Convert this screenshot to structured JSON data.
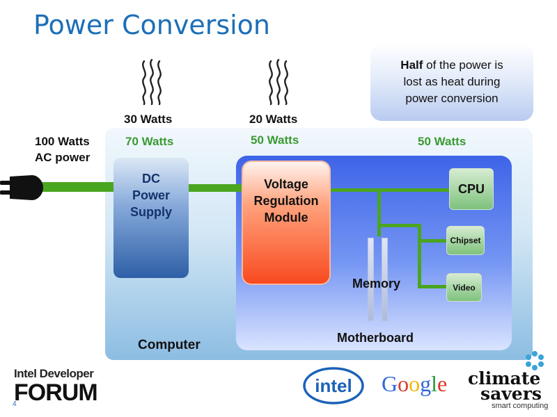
{
  "title": "Power Conversion",
  "callout": {
    "bold": "Half",
    "line1_rest": " of the power is",
    "line2": "lost as heat during",
    "line3": "power conversion"
  },
  "input": {
    "watts": "100 Watts",
    "label": "AC power"
  },
  "loss": [
    {
      "watts": "30 Watts"
    },
    {
      "watts": "20 Watts"
    }
  ],
  "flow": [
    {
      "watts": "70 Watts"
    },
    {
      "watts": "50 Watts"
    },
    {
      "watts": "50 Watts"
    }
  ],
  "psu": {
    "line1": "DC",
    "line2": "Power",
    "line3": "Supply"
  },
  "vrm": {
    "line1": "Voltage",
    "line2": "Regulation",
    "line3": "Module"
  },
  "components": {
    "cpu": "CPU",
    "chipset": "Chipset",
    "video": "Video",
    "memory": "Memory"
  },
  "labels": {
    "motherboard": "Motherboard",
    "computer": "Computer"
  },
  "footer": {
    "idf_line1": "Intel Developer",
    "idf_line2": "FORUM",
    "page_number": "4",
    "intel": "intel",
    "google_letters": [
      "G",
      "o",
      "o",
      "g",
      "l",
      "e"
    ],
    "google_colors": [
      "#3168d8",
      "#d83a2c",
      "#f2b70a",
      "#3168d8",
      "#2a9a3a",
      "#d83a2c"
    ],
    "cs_line1": "climate",
    "cs_line2": "savers",
    "cs_line3": "smart computing"
  },
  "colors": {
    "title": "#1c6fb8",
    "wire": "#4aa51f",
    "green_text": "#3a9a32",
    "heat": "#222222"
  }
}
